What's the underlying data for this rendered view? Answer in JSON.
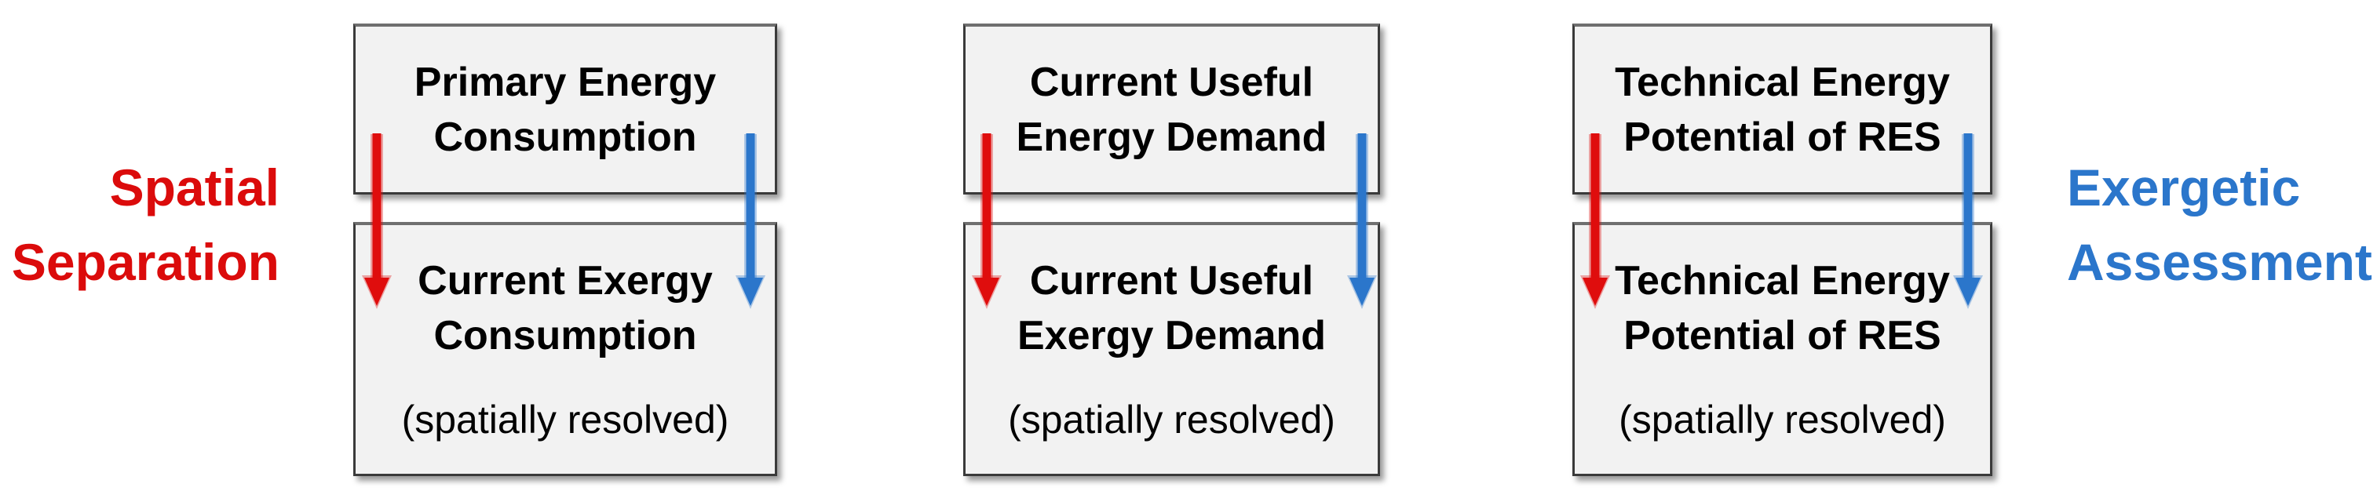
{
  "diagram": {
    "type": "flow-diagram",
    "background": "#FFFFFF",
    "colors": {
      "accent_red": "#DB0B0B",
      "accent_blue": "#2B76CB",
      "box_fill": "#F2F2F2",
      "box_border": "#3A3A3A",
      "box_text": "#000000"
    },
    "labels": {
      "left": {
        "lines": [
          "Spatial",
          "Separation"
        ],
        "color": "#DB0B0B"
      },
      "right": {
        "lines": [
          "Exergetic",
          "Assessment"
        ],
        "color": "#2B76CB"
      }
    },
    "columns": [
      {
        "top": {
          "lines": [
            "Primary Energy",
            "Consumption"
          ]
        },
        "bottom": {
          "lines": [
            "Current Exergy",
            "Consumption"
          ],
          "note": "(spatially resolved)"
        }
      },
      {
        "top": {
          "lines": [
            "Current Useful",
            "Energy Demand"
          ]
        },
        "bottom": {
          "lines": [
            "Current Useful",
            "Exergy Demand"
          ],
          "note": "(spatially resolved)"
        }
      },
      {
        "top": {
          "lines": [
            "Technical Energy",
            "Potential of RES"
          ]
        },
        "bottom": {
          "lines": [
            "Technical Energy",
            "Potential of RES"
          ],
          "note": "(spatially resolved)"
        }
      }
    ],
    "arrows": {
      "red_color": "#DF0D0D",
      "blue_color": "#2B76CB",
      "direction": "down",
      "count_red": 3,
      "count_blue": 3
    }
  }
}
